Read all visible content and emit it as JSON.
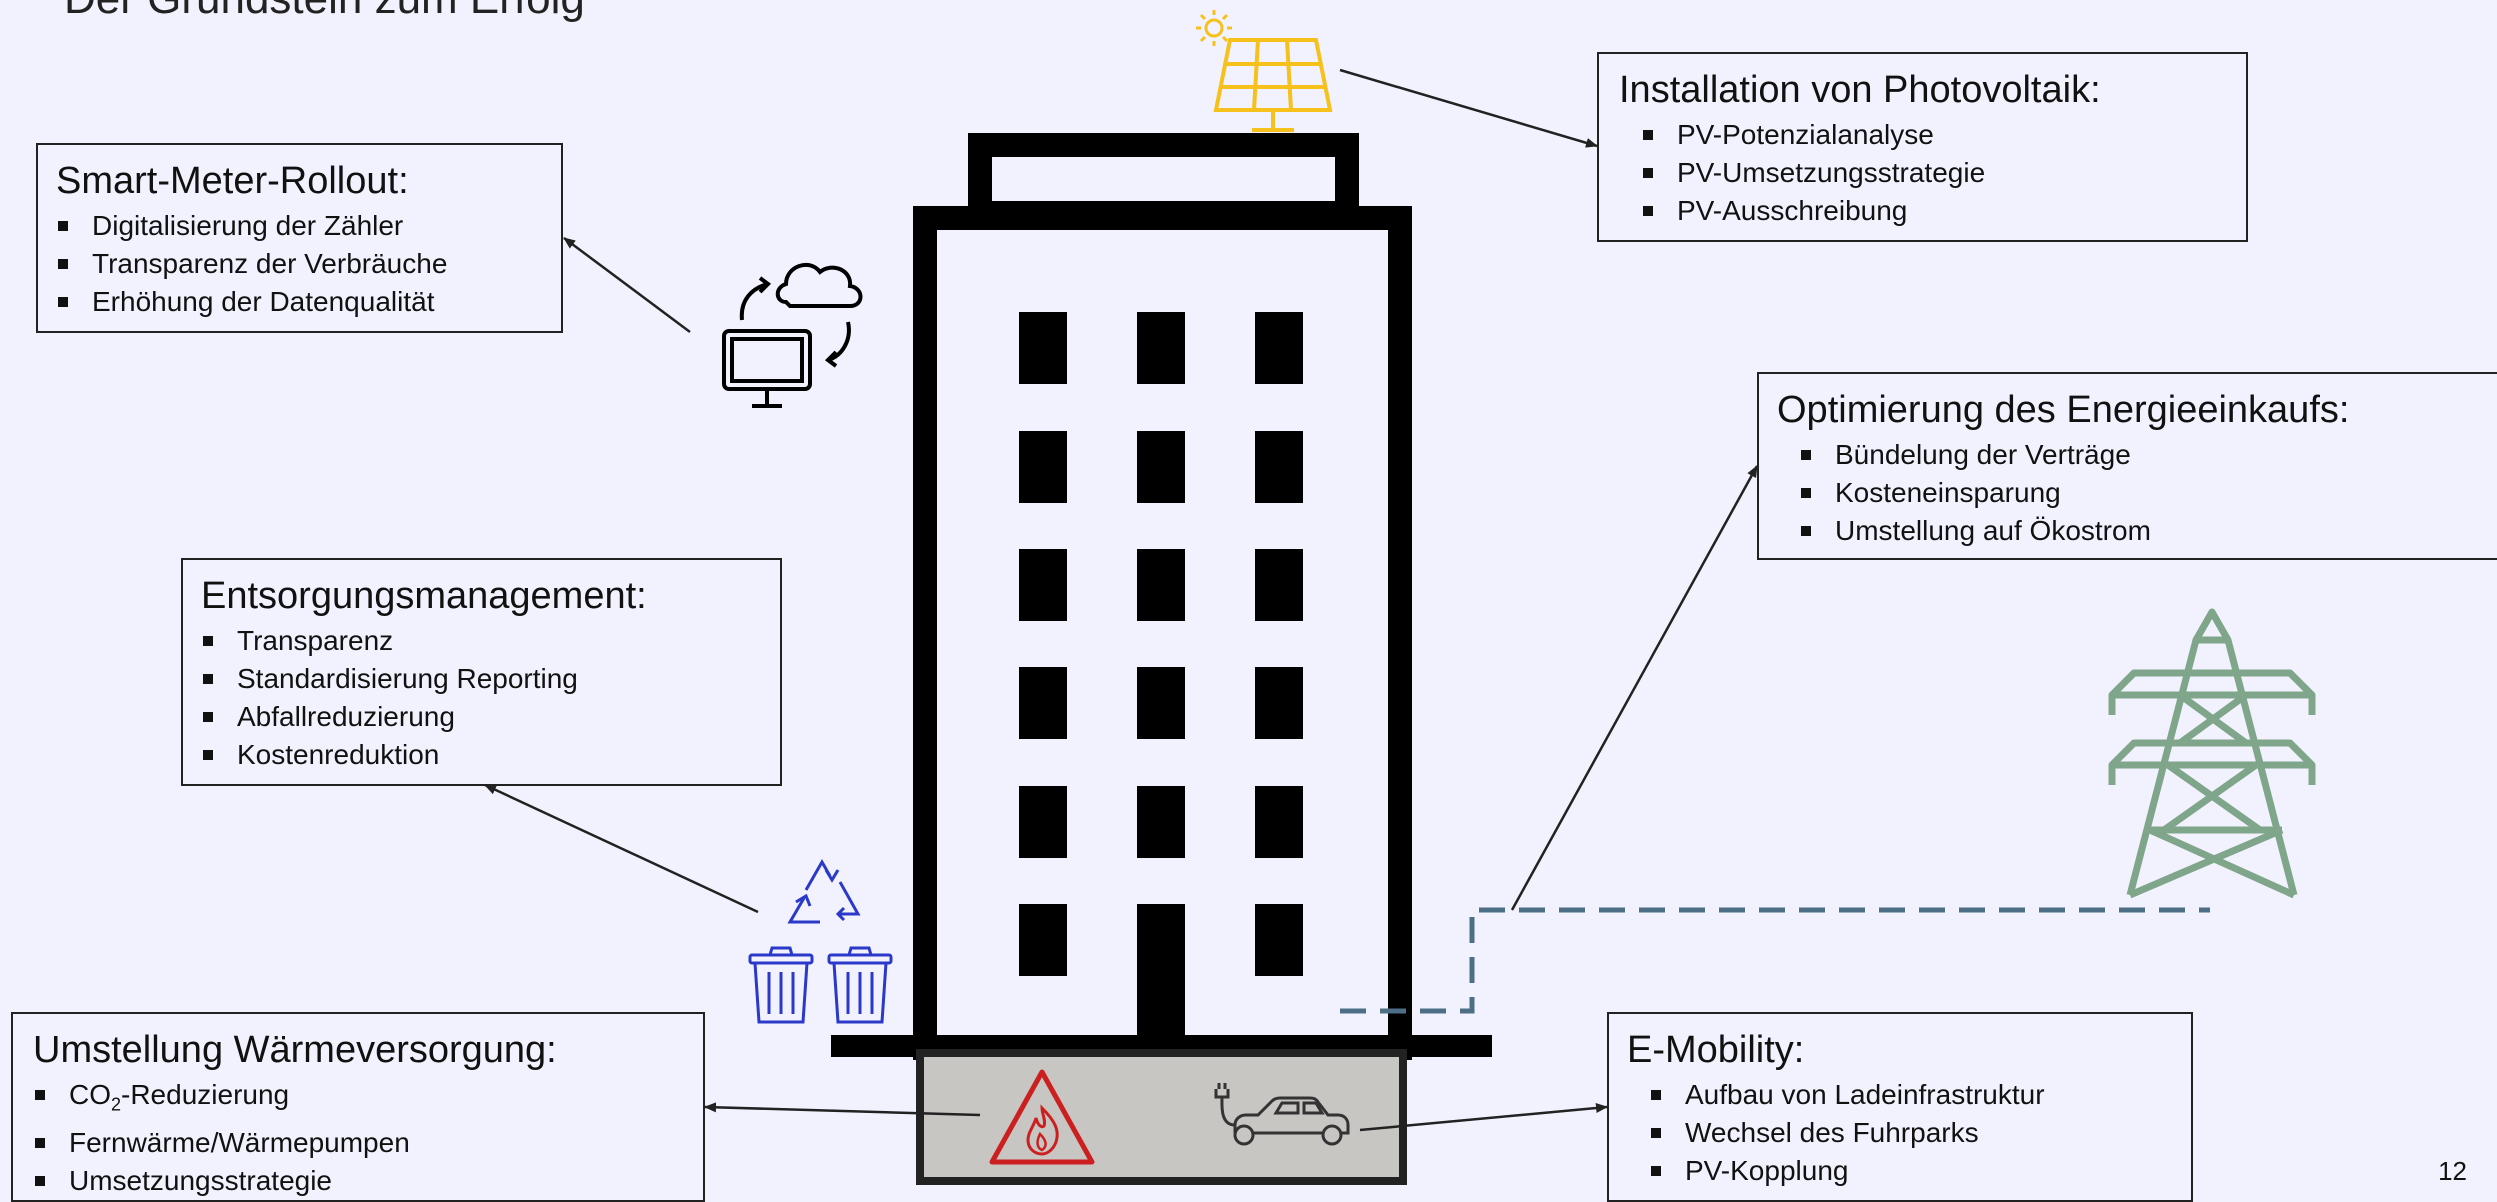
{
  "slide": {
    "title": "Der Grundstein zum Erfolg",
    "page_number": "12"
  },
  "boxes": {
    "smart_meter": {
      "heading": "Smart-Meter-Rollout:",
      "items": [
        "Digitalisierung der Zähler",
        "Transparenz der Verbräuche",
        "Erhöhung der Datenqualität"
      ]
    },
    "photovoltaik": {
      "heading": "Installation von Photovoltaik:",
      "items": [
        "PV-Potenzialanalyse",
        "PV-Umsetzungsstrategie",
        "PV-Ausschreibung"
      ]
    },
    "energieeinkauf": {
      "heading": "Optimierung des Energieeinkaufs:",
      "items": [
        "Bündelung der Verträge",
        "Kosteneinsparung",
        "Umstellung auf Ökostrom"
      ]
    },
    "entsorgung": {
      "heading": "Entsorgungsmanagement:",
      "items": [
        "Transparenz",
        "Standardisierung Reporting",
        "Abfallreduzierung",
        "Kostenreduktion"
      ]
    },
    "waermeversorgung": {
      "heading": "Umstellung Wärmeversorgung:",
      "item_co2_prefix": "CO",
      "item_co2_sub": "2",
      "item_co2_suffix": "-Reduzierung",
      "items": [
        "Fernwärme/Wärmepumpen",
        "Umsetzungsstrategie"
      ]
    },
    "emobility": {
      "heading": "E-Mobility:",
      "items": [
        "Aufbau von Ladeinfrastruktur",
        "Wechsel des Fuhrparks",
        "PV-Kopplung"
      ]
    }
  },
  "icons": {
    "solar_panel": "solar-panel-icon",
    "sun": "sun-icon",
    "computer_cloud": "computer-cloud-sync-icon",
    "recycle": "recycle-icon",
    "trash_bins": "trash-bin-icon",
    "fire_warning": "fire-warning-icon",
    "electric_car": "electric-car-icon",
    "power_pylon": "power-pylon-icon"
  },
  "colors": {
    "background": "#f1f2fd",
    "solar": "#f5c11a",
    "recycle_blue": "#2a39c9",
    "fire_red": "#cc1f1f",
    "pylon_green": "#7fa58a",
    "dashed_line": "#4d6f86",
    "basement": "#c8c6c3"
  }
}
